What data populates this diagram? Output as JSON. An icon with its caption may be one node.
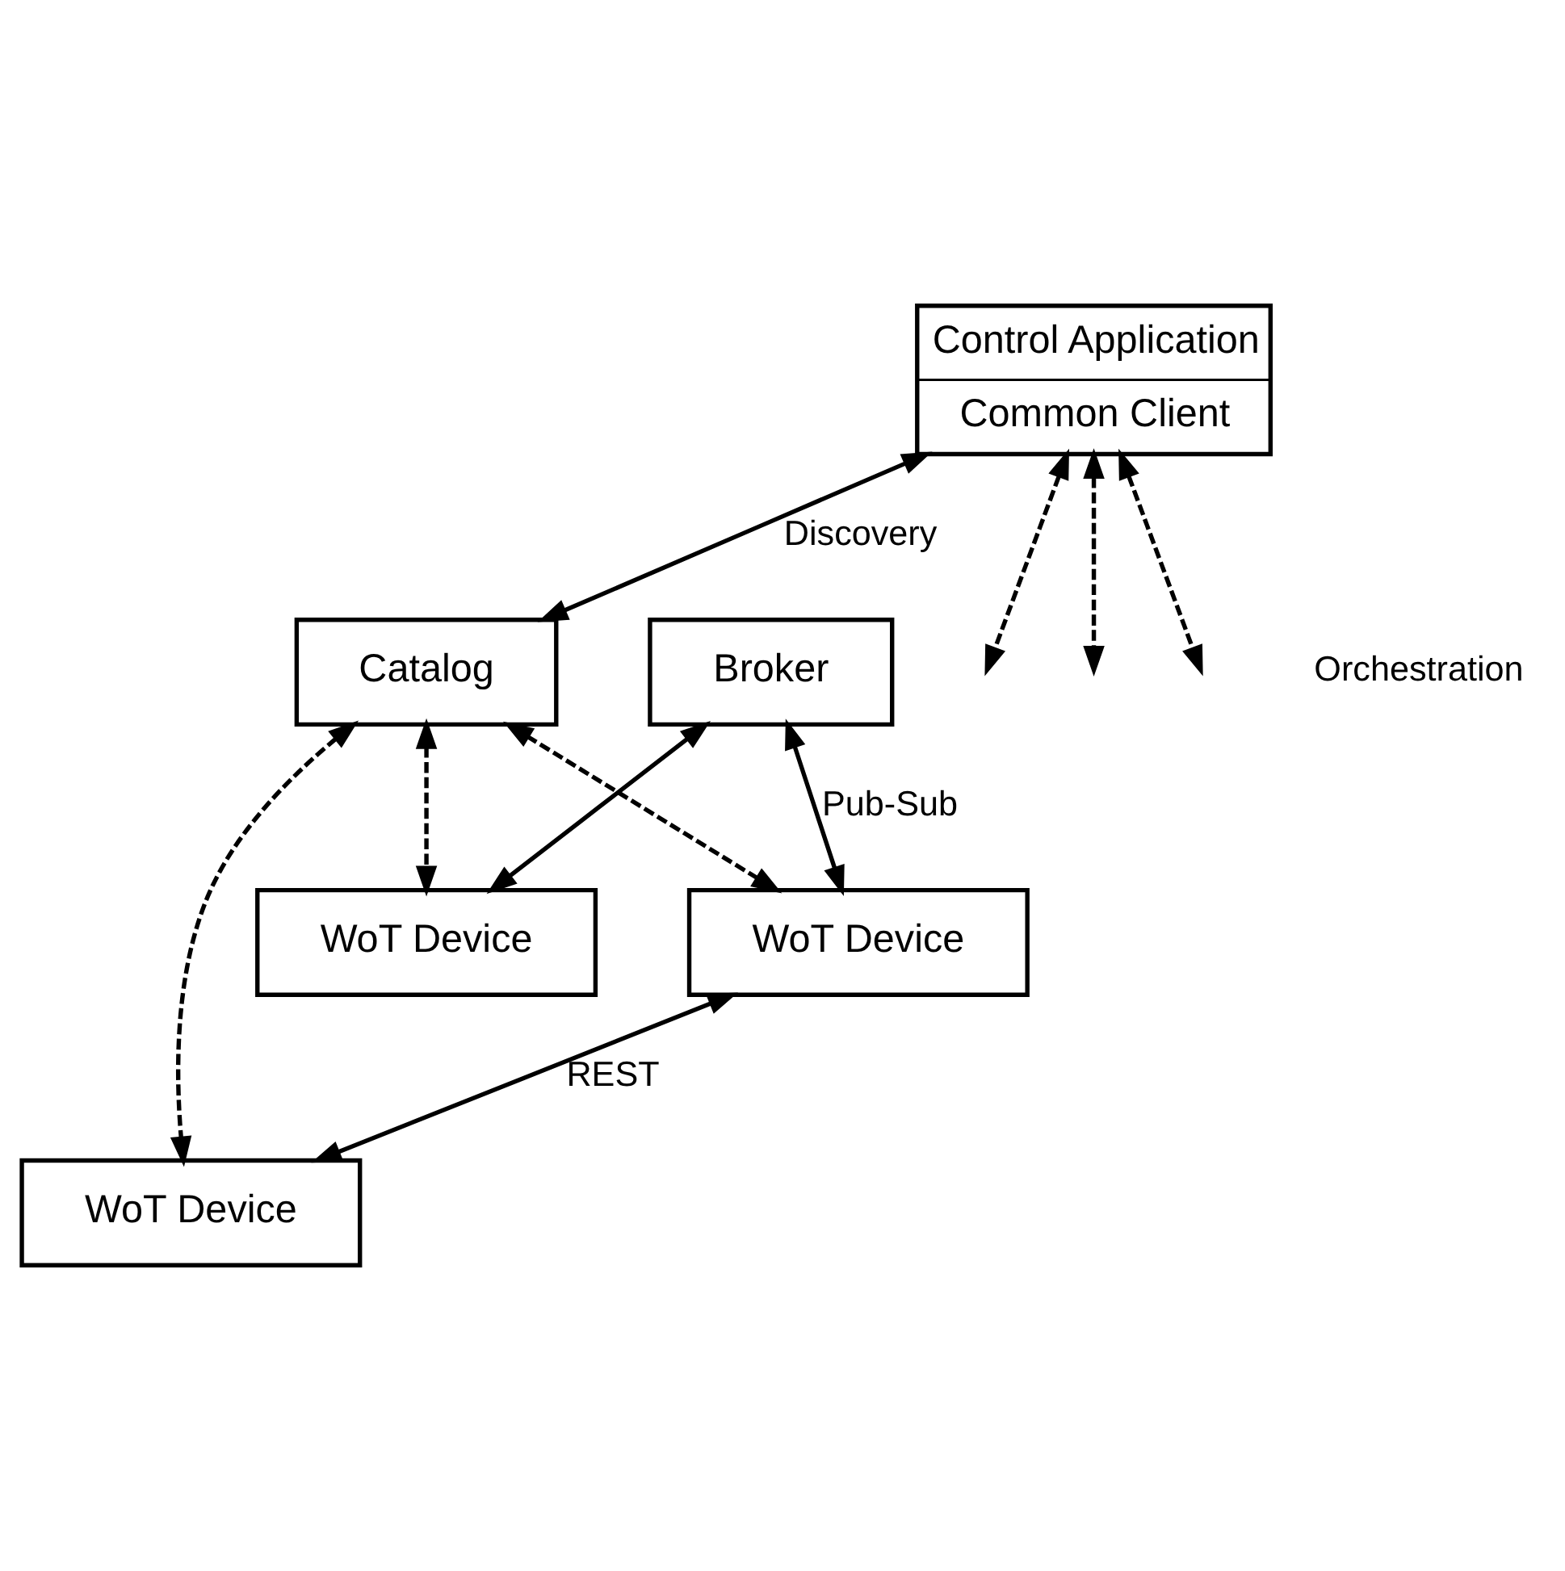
{
  "diagram": {
    "nodes": [
      {
        "text": [
          "Control Application",
          "Common Client"
        ]
      },
      {
        "text": [
          "Catalog"
        ]
      },
      {
        "text": [
          "Broker"
        ]
      },
      {
        "text": [
          "WoT Device"
        ]
      },
      {
        "text": [
          "WoT Device"
        ]
      },
      {
        "text": [
          "WoT Device"
        ]
      }
    ],
    "edges": [
      {
        "from": 0,
        "to": 1,
        "arrow": "both",
        "label": "Discovery"
      },
      {
        "from": 0,
        "to": null,
        "arrow": "both",
        "style": "dashed"
      },
      {
        "from": 0,
        "to": null,
        "arrow": "both",
        "style": "dashed"
      },
      {
        "from": 0,
        "to": null,
        "arrow": "both",
        "style": "dashed"
      },
      {
        "from": 1,
        "to": 3,
        "arrow": "both",
        "style": "dashed"
      },
      {
        "from": 1,
        "to": 4,
        "arrow": "both",
        "style": "dashed"
      },
      {
        "from": 1,
        "to": 5,
        "arrow": "both",
        "style": "dashed"
      },
      {
        "from": 2,
        "to": 4,
        "arrow": "both"
      },
      {
        "from": 2,
        "to": 3,
        "arrow": "both",
        "label": "Pub-Sub"
      },
      {
        "from": 3,
        "to": 5,
        "arrow": "both",
        "label": "REST"
      }
    ],
    "labels": [
      "Orchestration"
    ]
  }
}
